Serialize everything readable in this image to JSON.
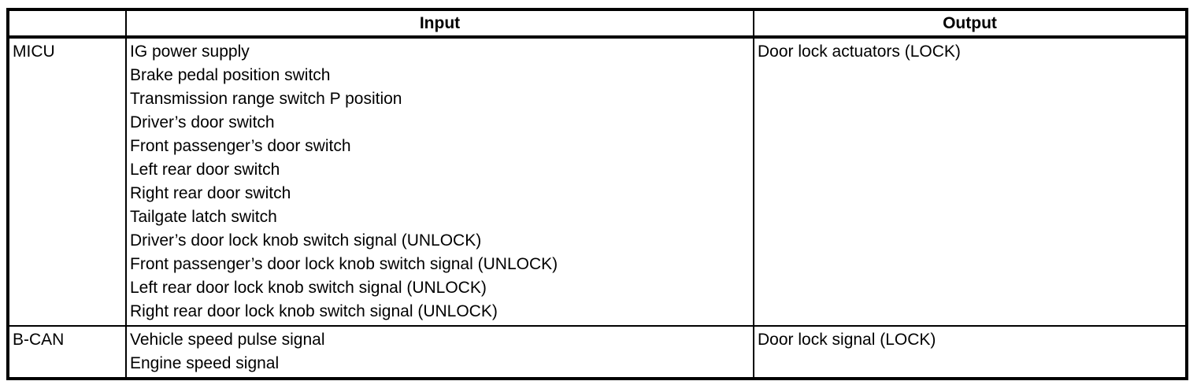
{
  "table": {
    "headers": {
      "source": "",
      "input": "Input",
      "output": "Output"
    },
    "rows": [
      {
        "source": "MICU",
        "inputs": [
          "IG power supply",
          "Brake pedal position switch",
          "Transmission range switch P position",
          "Driver’s door switch",
          "Front passenger’s door switch",
          "Left rear door switch",
          "Right rear door switch",
          "Tailgate latch switch",
          "Driver’s door lock knob switch signal (UNLOCK)",
          "Front passenger’s door lock knob switch signal (UNLOCK)",
          "Left rear door lock knob switch signal (UNLOCK)",
          "Right rear door lock knob switch signal (UNLOCK)"
        ],
        "output": "Door lock actuators (LOCK)"
      },
      {
        "source": "B-CAN",
        "inputs": [
          "Vehicle speed pulse signal",
          "Engine speed signal"
        ],
        "output": "Door lock signal (LOCK)"
      }
    ],
    "colors": {
      "border": "#000000",
      "background": "#ffffff",
      "text": "#000000"
    }
  }
}
